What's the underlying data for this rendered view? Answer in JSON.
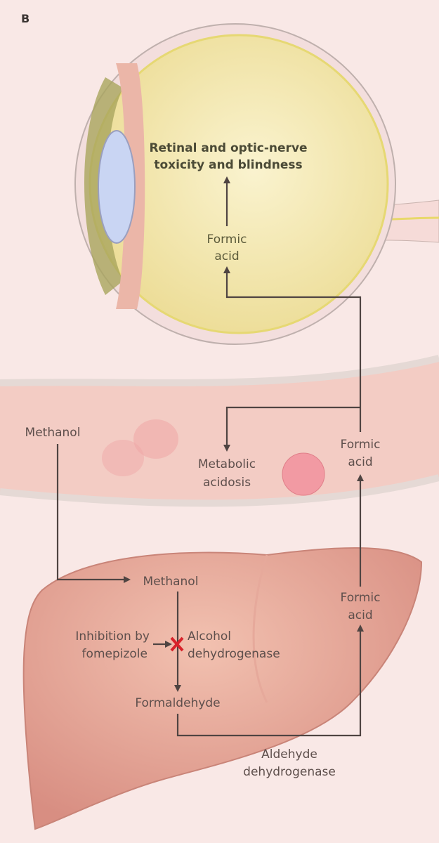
{
  "panel_label": "B",
  "eye": {
    "effect_line1": "Retinal and optic-nerve",
    "effect_line2": "toxicity and blindness",
    "formic_line1": "Formic",
    "formic_line2": "acid"
  },
  "blood": {
    "methanol": "Methanol",
    "formic_line1": "Formic",
    "formic_line2": "acid",
    "acidosis_line1": "Metabolic",
    "acidosis_line2": "acidosis"
  },
  "liver": {
    "methanol": "Methanol",
    "inhibition_line1": "Inhibition by",
    "inhibition_line2": "fomepizole",
    "enzyme1_line1": "Alcohol",
    "enzyme1_line2": "dehydrogenase",
    "formaldehyde": "Formaldehyde",
    "formic_line1": "Formic",
    "formic_line2": "acid",
    "enzyme2_line1": "Aldehyde",
    "enzyme2_line2": "dehydrogenase"
  },
  "colors": {
    "inhibition_x": "#d8222a",
    "arrow": "#4f4442"
  }
}
